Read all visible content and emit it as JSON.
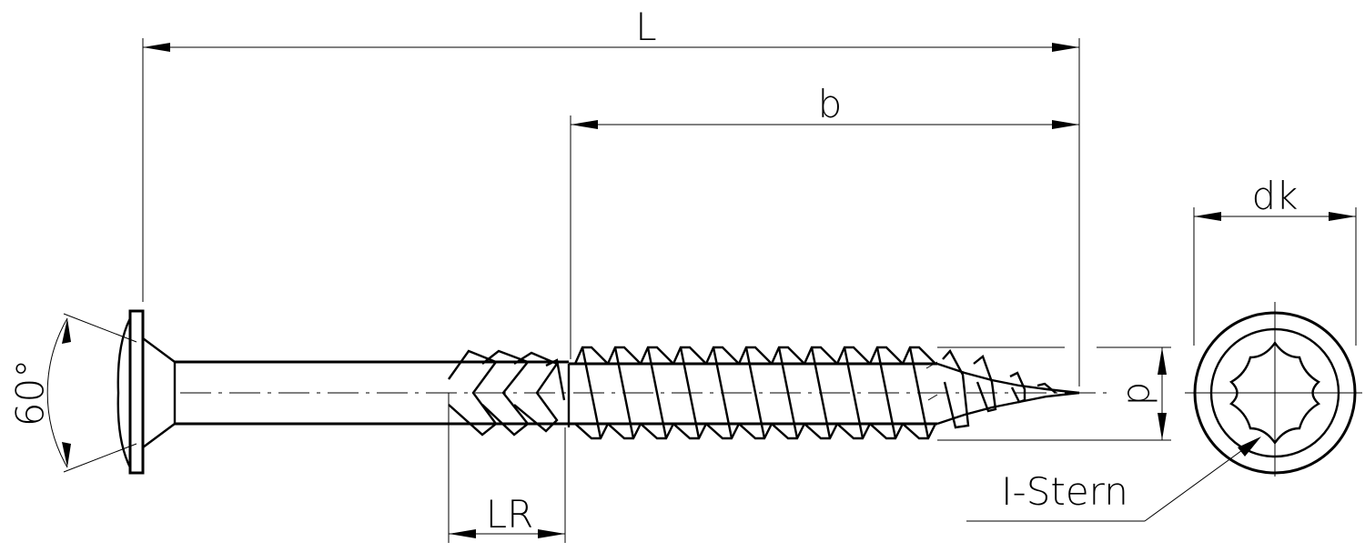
{
  "labels": {
    "length": "L",
    "thread_length": "b",
    "head_diameter": "dk",
    "diameter": "d",
    "milling_ribs": "LR",
    "drive": "I-Stern",
    "head_angle": "60°"
  }
}
